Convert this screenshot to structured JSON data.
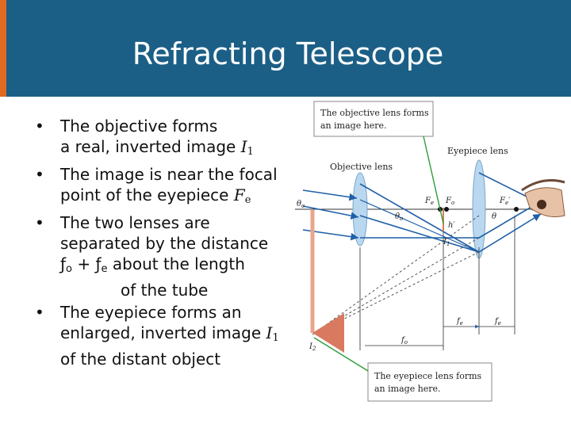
{
  "slide": {
    "title": "Refracting Telescope"
  },
  "bullets": [
    {
      "line1": "The objective forms",
      "line2": "a real, inverted image ",
      "sym": "I",
      "sub": "1"
    },
    {
      "line1": "The image is near the focal",
      "line2": "point of the eyepiece ",
      "sym": "F",
      "sub": "e"
    },
    {
      "line1": "The two lenses are",
      "line2": "separated by the distance",
      "line3": "ƒ",
      "line3_sub1": "o",
      "line3_mid": " + ƒ",
      "line3_sub2": "e",
      "line3_end": "  about the length",
      "line4": "of the tube"
    },
    {
      "line1": "The eyepiece forms an",
      "line2": "enlarged, inverted image ",
      "sym": "I",
      "sub": "1",
      "line3": "of the distant object"
    }
  ],
  "diagram": {
    "callout_top": [
      "The objective lens forms",
      "an image here."
    ],
    "callout_bottom": [
      "The eyepiece lens forms",
      "an image here."
    ],
    "label_eyepiece": "Eyepiece lens",
    "label_objective": "Objective lens",
    "label_theta_o_left": "θ",
    "label_theta_o_left_sub": "o",
    "label_theta_o_mid": "θ",
    "label_theta_o_mid_sub": "o",
    "label_theta": "θ",
    "label_Fe": "F",
    "label_Fe_sub": "e",
    "label_Fo": "F",
    "label_Fo_sub": "o",
    "label_Fe_prime": "F",
    "label_Fe_prime_sub": "e",
    "label_Fe_prime_mark": "′",
    "label_h_prime": "h′",
    "label_I1": "I",
    "label_I1_sub": "1",
    "label_I2": "I",
    "label_I2_sub": "2",
    "label_fe_1": "f",
    "label_fe_1_sub": "e",
    "label_fe_2": "f",
    "label_fe_2_sub": "e",
    "label_fo": "f",
    "label_fo_sub": "o",
    "colors": {
      "title_bar": "#1b5f86",
      "accent": "#e06a1f",
      "ray": "#1f5fa8",
      "lens": "#b9d7ef",
      "callout_line": "#2e9d3a",
      "image_arrow": "#e8a58e"
    }
  }
}
